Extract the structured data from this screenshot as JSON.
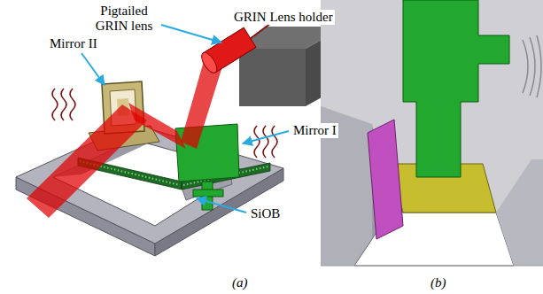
{
  "diagram": {
    "labels": [
      "Pigtailed GRIN lens",
      "GRIN Lens holder",
      "Mirror II",
      "Mirror I",
      "SiOB",
      "(a)",
      "(b)"
    ]
  }
}
